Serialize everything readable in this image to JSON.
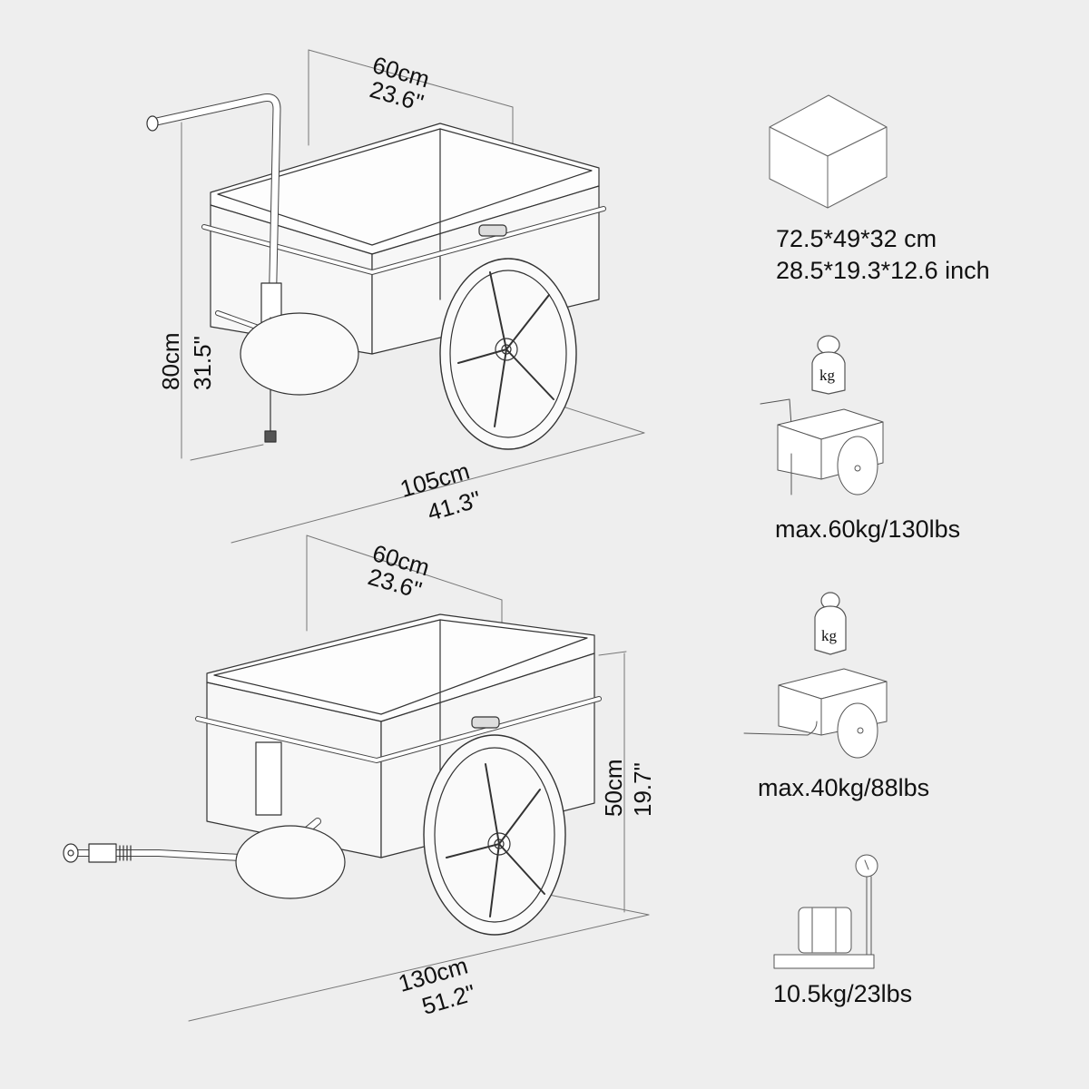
{
  "diagram": {
    "type": "product-dimension-sheet",
    "background": "#eeeeee",
    "line_color": "#333333",
    "top_view": {
      "name": "cart-with-handle",
      "width_cm": "60cm",
      "width_in": "23.6\"",
      "height_cm": "80cm",
      "height_in": "31.5\"",
      "length_cm": "105cm",
      "length_in": "41.3\""
    },
    "bottom_view": {
      "name": "trailer-with-hitch",
      "width_cm": "60cm",
      "width_in": "23.6\"",
      "height_cm": "50cm",
      "height_in": "19.7\"",
      "length_cm": "130cm",
      "length_in": "51.2\""
    },
    "specs": {
      "package": {
        "icon": "box-icon",
        "line1": "72.5*49*32 cm",
        "line2": "28.5*19.3*12.6 inch"
      },
      "max_load_cart": {
        "icon": "weight-kg-icon",
        "weight_label": "kg",
        "text": "max.60kg/130lbs"
      },
      "max_load_trailer": {
        "icon": "weight-kg-icon",
        "weight_label": "kg",
        "text": "max.40kg/88lbs"
      },
      "net_weight": {
        "icon": "scale-icon",
        "text": "10.5kg/23lbs"
      }
    }
  }
}
